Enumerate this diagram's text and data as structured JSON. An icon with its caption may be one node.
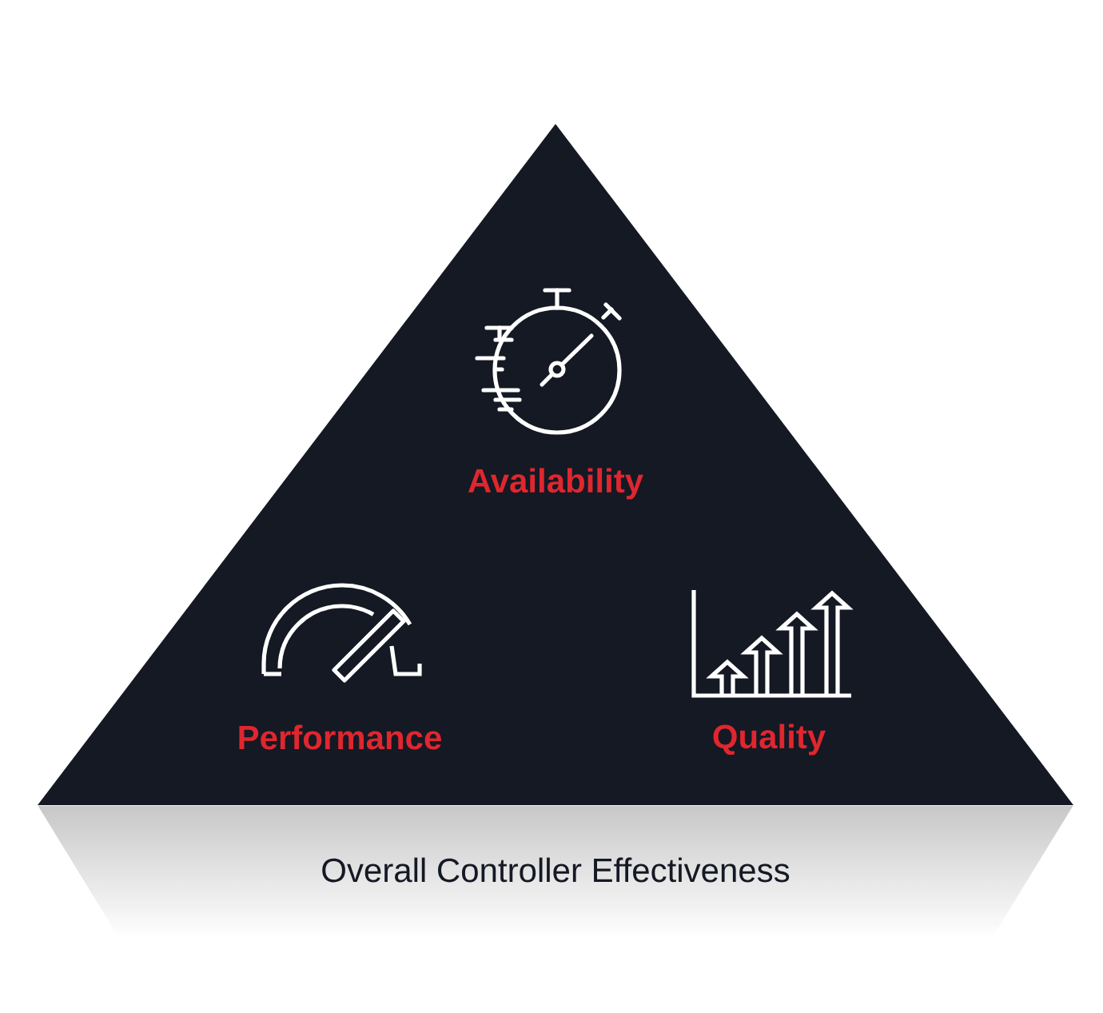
{
  "diagram": {
    "nodes": [
      {
        "text": [
          "Availability",
          "Performance",
          "Quality"
        ]
      },
      {
        "text": [
          "Overall Controller Effectiveness"
        ]
      }
    ]
  }
}
